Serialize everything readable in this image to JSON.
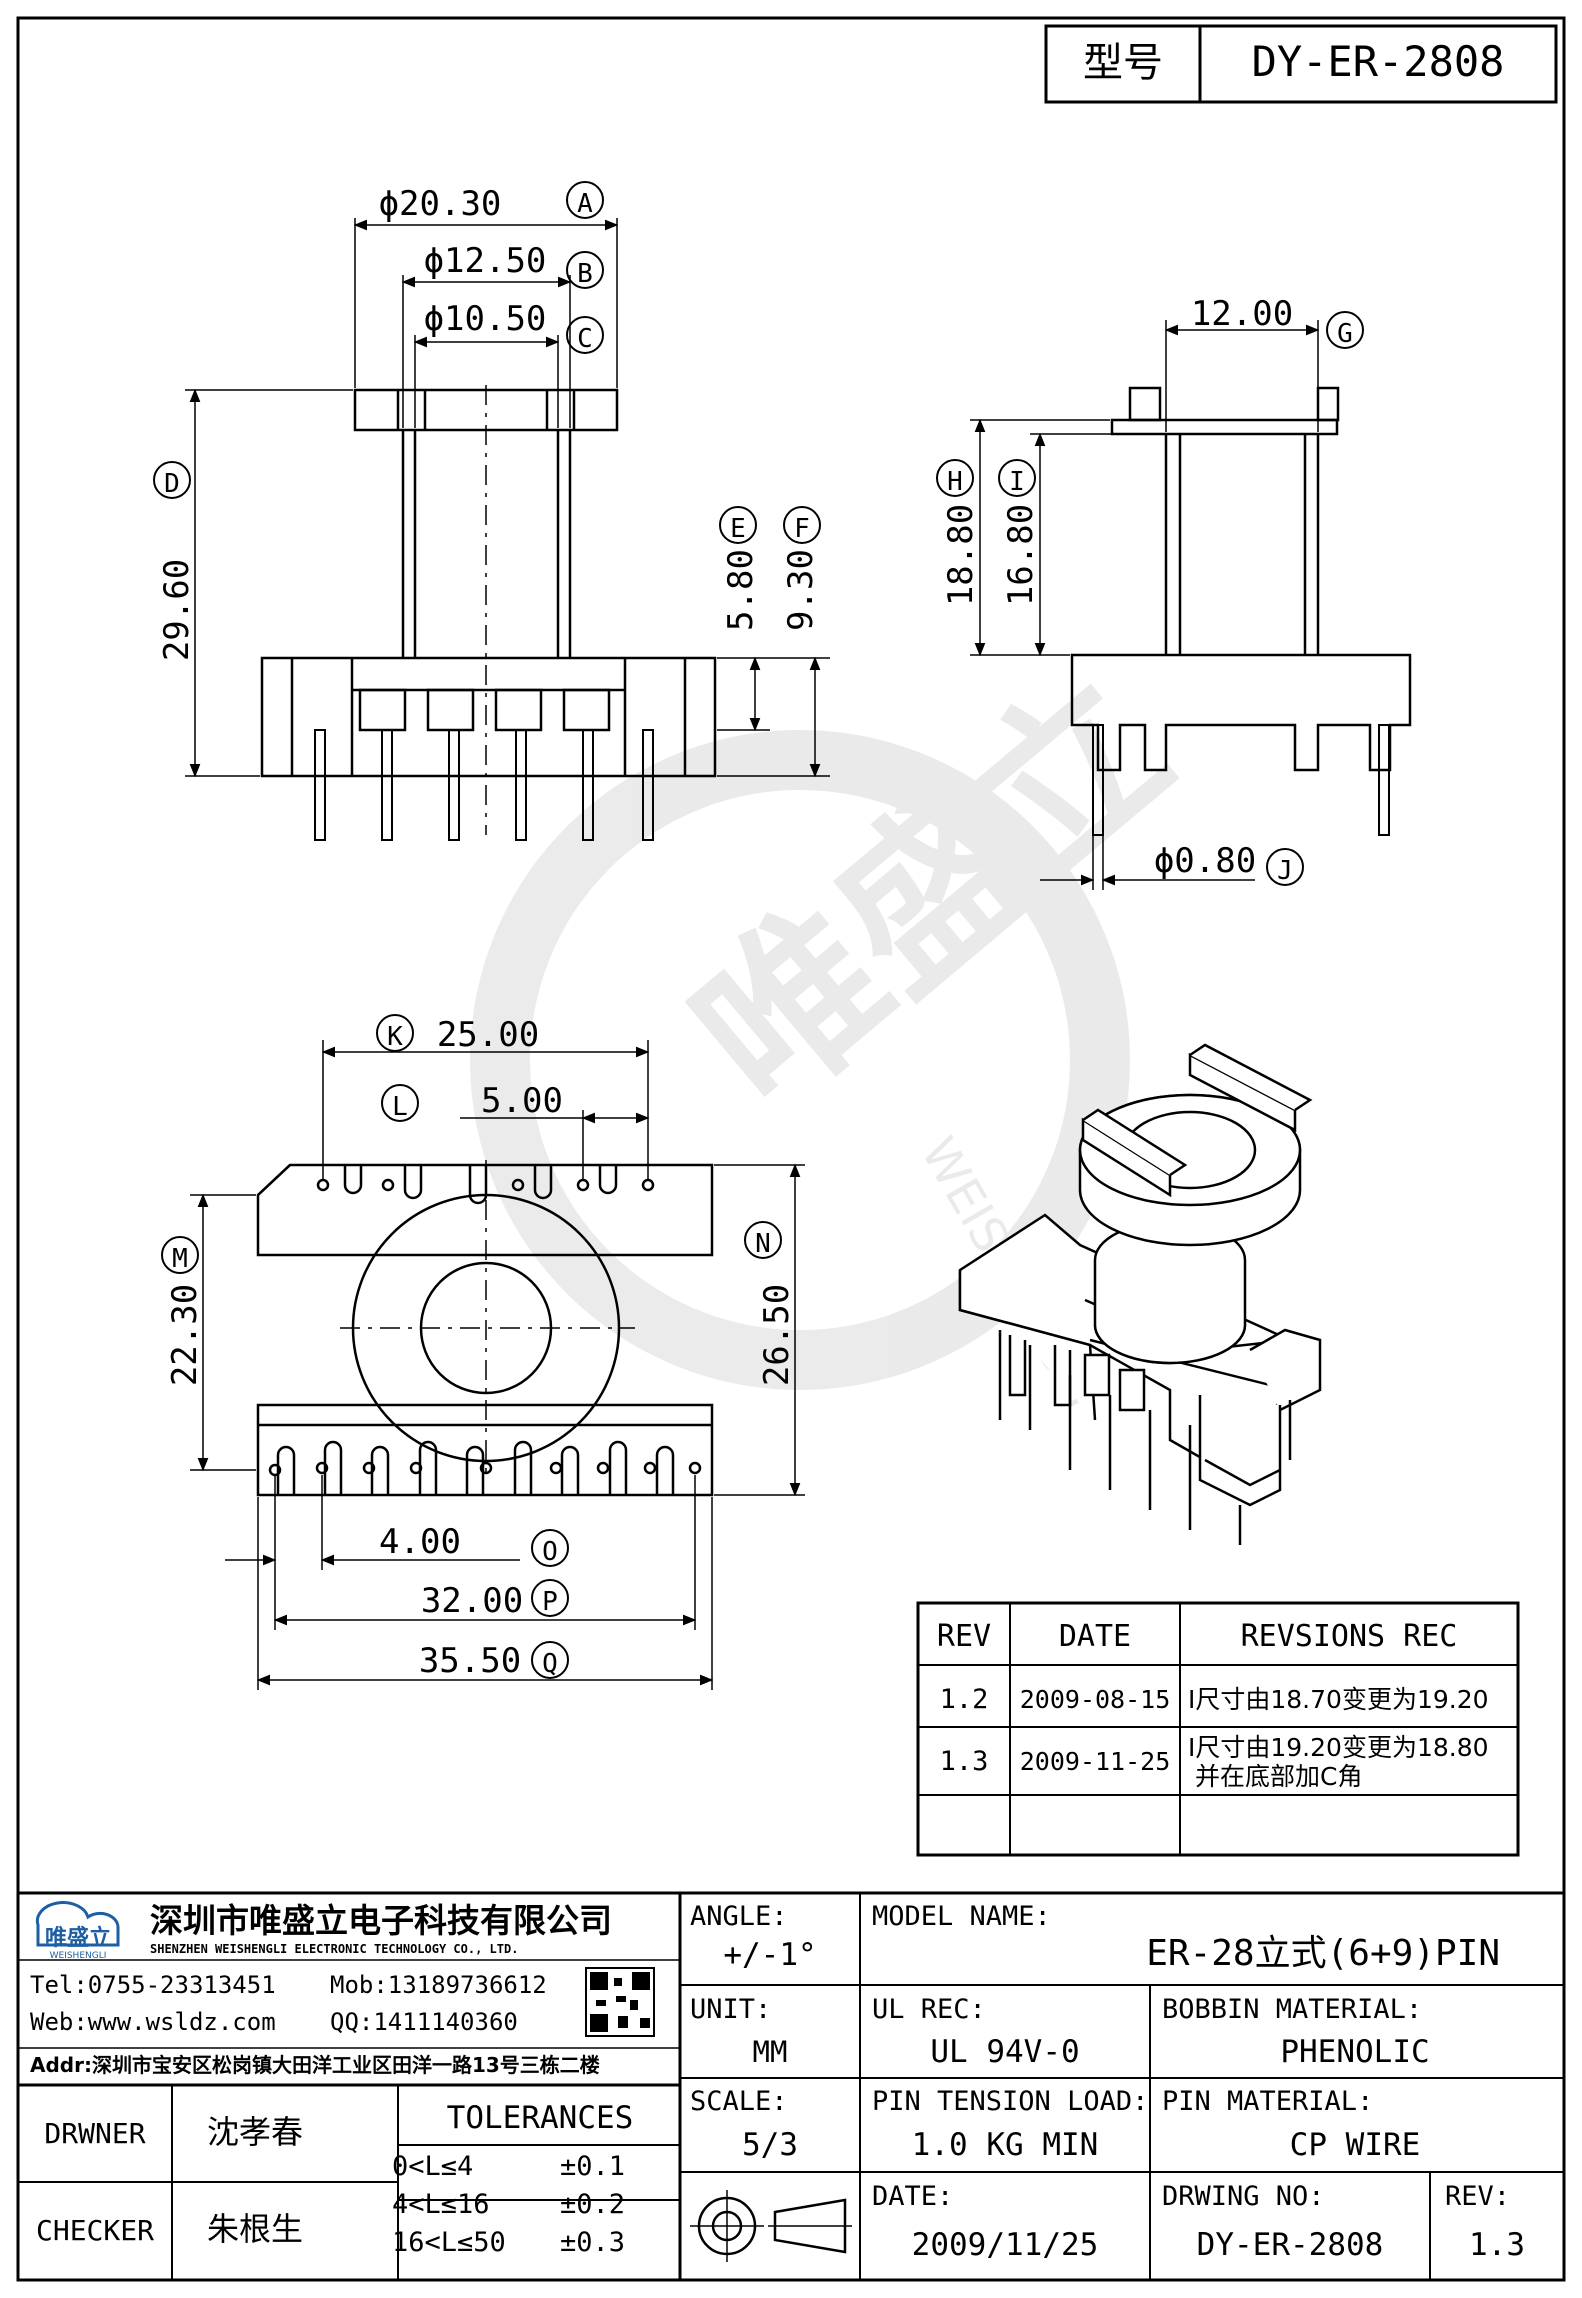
{
  "header": {
    "model_label": "型号",
    "model_value": "DY-ER-2808"
  },
  "dims": {
    "A": {
      "letter": "A",
      "value": "ϕ20.30"
    },
    "B": {
      "letter": "B",
      "value": "ϕ12.50"
    },
    "C": {
      "letter": "C",
      "value": "ϕ10.50"
    },
    "D": {
      "letter": "D",
      "value": "29.60"
    },
    "E": {
      "letter": "E",
      "value": "5.80"
    },
    "F": {
      "letter": "F",
      "value": "9.30"
    },
    "G": {
      "letter": "G",
      "value": "12.00"
    },
    "H": {
      "letter": "H",
      "value": "18.80"
    },
    "I": {
      "letter": "I",
      "value": "16.80"
    },
    "J": {
      "letter": "J",
      "value": "ϕ0.80"
    },
    "K": {
      "letter": "K",
      "value": "25.00"
    },
    "L": {
      "letter": "L",
      "value": "5.00"
    },
    "M": {
      "letter": "M",
      "value": "22.30"
    },
    "N": {
      "letter": "N",
      "value": "26.50"
    },
    "O": {
      "letter": "O",
      "value": "4.00"
    },
    "P": {
      "letter": "P",
      "value": "32.00"
    },
    "Q": {
      "letter": "Q",
      "value": "35.50"
    }
  },
  "revisions": {
    "headers": [
      "REV",
      "DATE",
      "REVSIONS REC"
    ],
    "rows": [
      {
        "rev": "1.2",
        "date": "2009-08-15",
        "rec1": "I尺寸由18.70变更为19.20",
        "rec2": ""
      },
      {
        "rev": "1.3",
        "date": "2009-11-25",
        "rec1": "I尺寸由19.20变更为18.80",
        "rec2": "并在底部加C角"
      },
      {
        "rev": "",
        "date": "",
        "rec1": "",
        "rec2": ""
      }
    ]
  },
  "company": {
    "logo_text": "唯盛立",
    "logo_sub": "WEISHENGLI",
    "name_cn": "深圳市唯盛立电子科技有限公司",
    "name_en": "SHENZHEN WEISHENGLI ELECTRONIC TECHNOLOGY CO., LTD.",
    "tel": "Tel:0755-23313451",
    "mob": "Mob:13189736612",
    "web": "Web:www.wsldz.com",
    "qq": "QQ:1411140360",
    "addr": "Addr:深圳市宝安区松岗镇大田洋工业区田洋一路13号三栋二楼"
  },
  "title_block": {
    "angle_label": "ANGLE:",
    "angle_value": "+/-1°",
    "model_name_label": "MODEL NAME:",
    "model_name_value": "ER-28立式(6+9)PIN",
    "unit_label": "UNIT:",
    "unit_value": "MM",
    "ul_label": "UL REC:",
    "ul_value": "UL 94V-0",
    "bobbin_label": "BOBBIN MATERIAL:",
    "bobbin_value": "PHENOLIC",
    "scale_label": "SCALE:",
    "scale_value": "5/3",
    "pin_tension_label": "PIN TENSION LOAD:",
    "pin_tension_value": "1.0 KG MIN",
    "pin_material_label": "PIN MATERIAL:",
    "pin_material_value": "CP WIRE",
    "date_label": "DATE:",
    "date_value": "2009/11/25",
    "drawing_no_label": "DRWING NO:",
    "drawing_no_value": "DY-ER-2808",
    "rev_label": "REV:",
    "rev_value": "1.3",
    "drawer_label": "DRWNER",
    "drawer_name": "沈孝春",
    "checker_label": "CHECKER",
    "checker_name": "朱根生",
    "tolerances_label": "TOLERANCES",
    "tolerances": [
      {
        "range": "0<L≤4",
        "value": "±0.1"
      },
      {
        "range": "4<L≤16",
        "value": "±0.2"
      },
      {
        "range": "16<L≤50",
        "value": "±0.3"
      }
    ]
  },
  "watermark": {
    "text_cn": "唯盛立",
    "text_en": "WEISHENGLI"
  }
}
